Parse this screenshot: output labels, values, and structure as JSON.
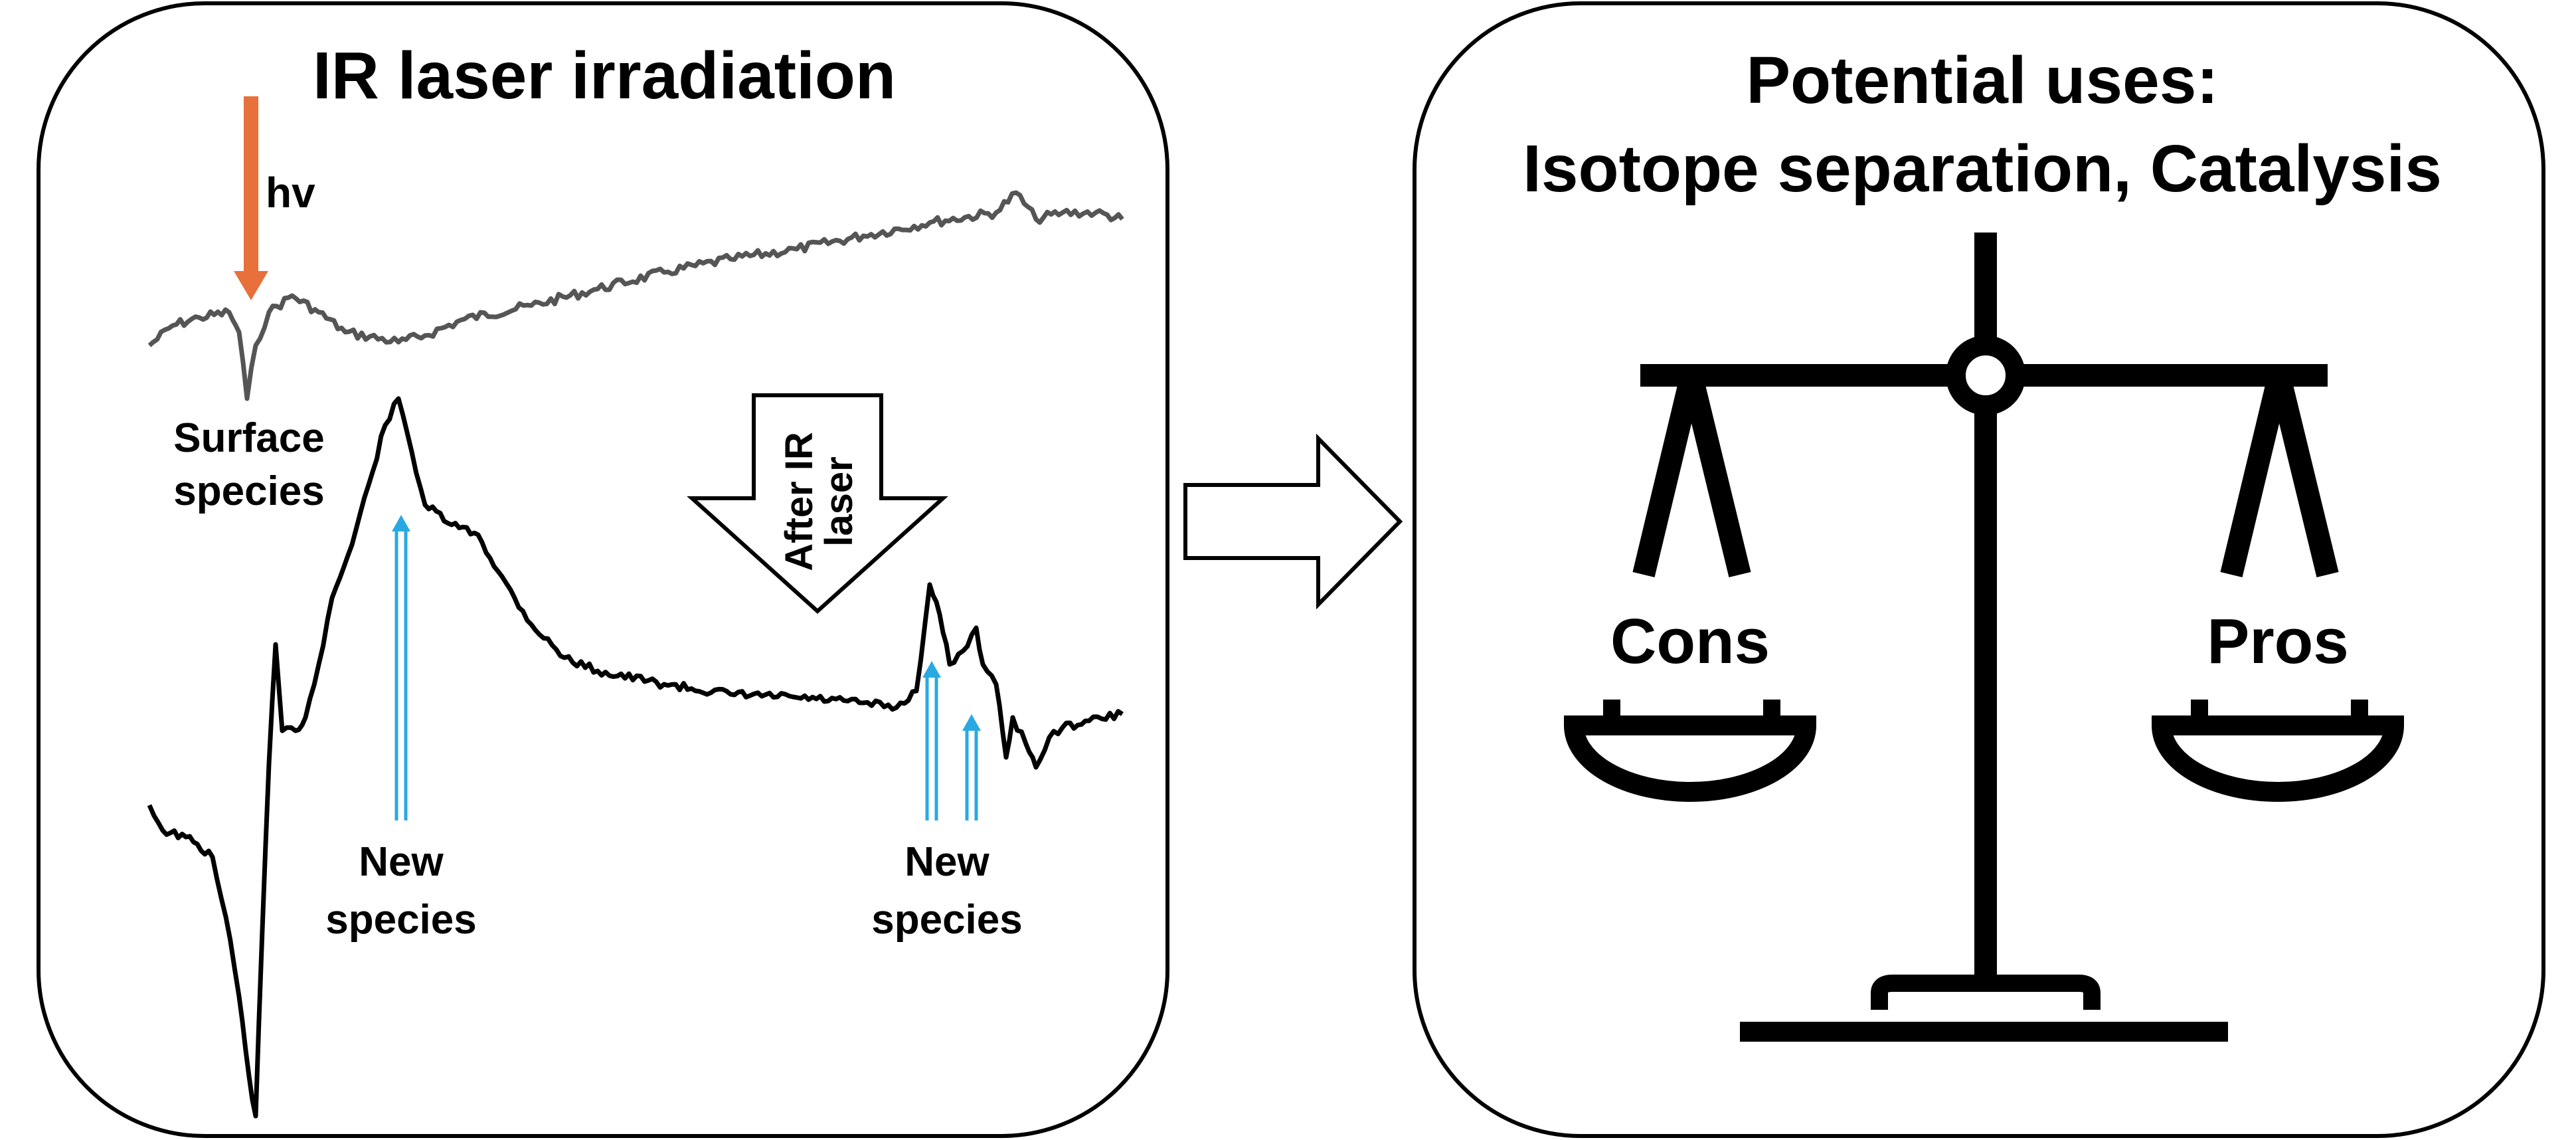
{
  "left_panel": {
    "title": "IR laser irradiation",
    "hv_label": "hv",
    "surface_label": [
      "Surface",
      "species"
    ],
    "after_label": [
      "After IR",
      "laser"
    ],
    "new_species_left": [
      "New",
      "species"
    ],
    "new_species_right": [
      "New",
      "species"
    ]
  },
  "right_panel": {
    "title_line1": "Potential uses:",
    "title_line2": "Isotope separation, Catalysis",
    "cons_label": "Cons",
    "pros_label": "Pros"
  },
  "colors": {
    "excitation_arrow": "#E8703A",
    "new_species_arrows": "#29A9E1",
    "trace_before": "#555555",
    "trace_after": "#000000"
  }
}
